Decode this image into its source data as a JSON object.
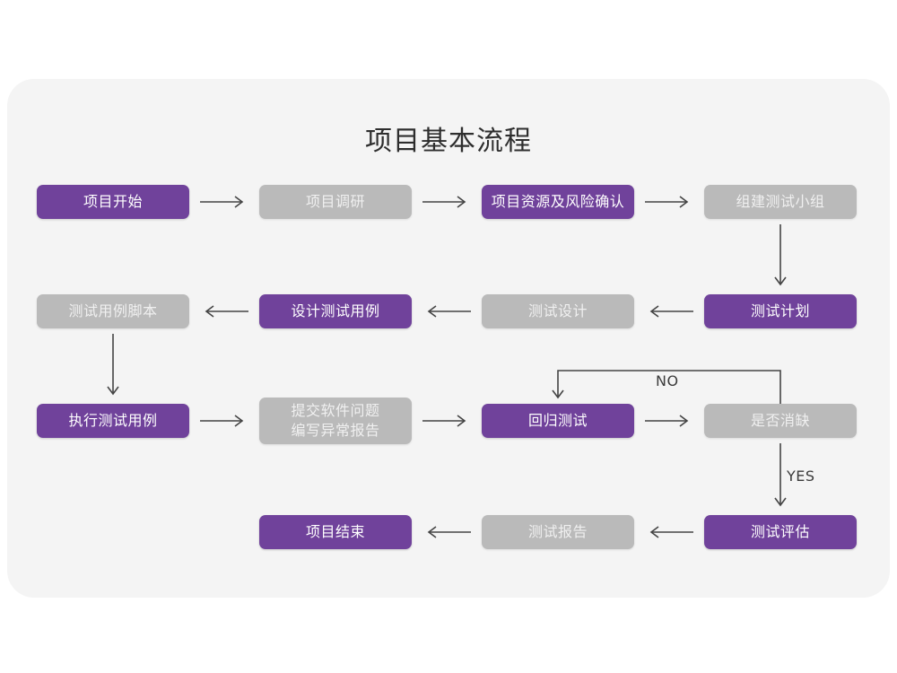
{
  "page": {
    "background_color": "#ffffff",
    "card_color": "#f4f4f4"
  },
  "title": "项目基本流程",
  "colors": {
    "purple": "#70429b",
    "gray": "#bababa",
    "purple_text": "#ffffff",
    "gray_text": "#f0f0f0",
    "arrow": "#444444",
    "title_text": "#2e2e2e"
  },
  "rows": [
    {
      "row_index": 1,
      "nodes": [
        {
          "id": "project-start",
          "label": "项目开始",
          "style": "purple"
        },
        {
          "id": "project-research",
          "label": "项目调研",
          "style": "gray"
        },
        {
          "id": "resource-risk",
          "label": "项目资源及风险确认",
          "style": "purple"
        },
        {
          "id": "build-test-team",
          "label": "组建测试小组",
          "style": "gray"
        }
      ]
    },
    {
      "row_index": 2,
      "nodes": [
        {
          "id": "testcase-script",
          "label": "测试用例脚本",
          "style": "gray"
        },
        {
          "id": "design-testcase",
          "label": "设计测试用例",
          "style": "purple"
        },
        {
          "id": "test-design",
          "label": "测试设计",
          "style": "gray"
        },
        {
          "id": "test-plan",
          "label": "测试计划",
          "style": "purple"
        }
      ]
    },
    {
      "row_index": 3,
      "nodes": [
        {
          "id": "execute-testcase",
          "label": "执行测试用例",
          "style": "purple"
        },
        {
          "id": "submit-defect",
          "label": "提交软件问题\n编写异常报告",
          "style": "gray"
        },
        {
          "id": "regression-test",
          "label": "回归测试",
          "style": "purple"
        },
        {
          "id": "defect-cleared",
          "label": "是否消缺",
          "style": "gray"
        }
      ]
    },
    {
      "row_index": 4,
      "nodes": [
        {
          "id": "project-end",
          "label": "项目结束",
          "style": "purple"
        },
        {
          "id": "test-report",
          "label": "测试报告",
          "style": "gray"
        },
        {
          "id": "test-evaluation",
          "label": "测试评估",
          "style": "purple"
        }
      ]
    }
  ],
  "edge_labels": {
    "no": "NO",
    "yes": "YES"
  },
  "edges": [
    {
      "id": "start-to-research",
      "from": "project-start",
      "to": "project-research",
      "direction": "right"
    },
    {
      "id": "research-to-risk",
      "from": "project-research",
      "to": "resource-risk",
      "direction": "right"
    },
    {
      "id": "risk-to-team",
      "from": "resource-risk",
      "to": "build-test-team",
      "direction": "right"
    },
    {
      "id": "team-to-plan",
      "from": "build-test-team",
      "to": "test-plan",
      "direction": "down"
    },
    {
      "id": "plan-to-design",
      "from": "test-plan",
      "to": "test-design",
      "direction": "left"
    },
    {
      "id": "design-to-case",
      "from": "test-design",
      "to": "design-testcase",
      "direction": "left"
    },
    {
      "id": "case-to-script",
      "from": "design-testcase",
      "to": "testcase-script",
      "direction": "left"
    },
    {
      "id": "script-to-execute",
      "from": "testcase-script",
      "to": "execute-testcase",
      "direction": "down"
    },
    {
      "id": "execute-to-submit",
      "from": "execute-testcase",
      "to": "submit-defect",
      "direction": "right"
    },
    {
      "id": "submit-to-regression",
      "from": "submit-defect",
      "to": "regression-test",
      "direction": "right"
    },
    {
      "id": "regression-to-cleared",
      "from": "regression-test",
      "to": "defect-cleared",
      "direction": "right"
    },
    {
      "id": "cleared-no-to-regression",
      "from": "defect-cleared",
      "to": "regression-test",
      "direction": "loop-up",
      "label": "NO"
    },
    {
      "id": "cleared-yes-to-eval",
      "from": "defect-cleared",
      "to": "test-evaluation",
      "direction": "down",
      "label": "YES"
    },
    {
      "id": "eval-to-report",
      "from": "test-evaluation",
      "to": "test-report",
      "direction": "left"
    },
    {
      "id": "report-to-end",
      "from": "test-report",
      "to": "project-end",
      "direction": "left"
    }
  ]
}
